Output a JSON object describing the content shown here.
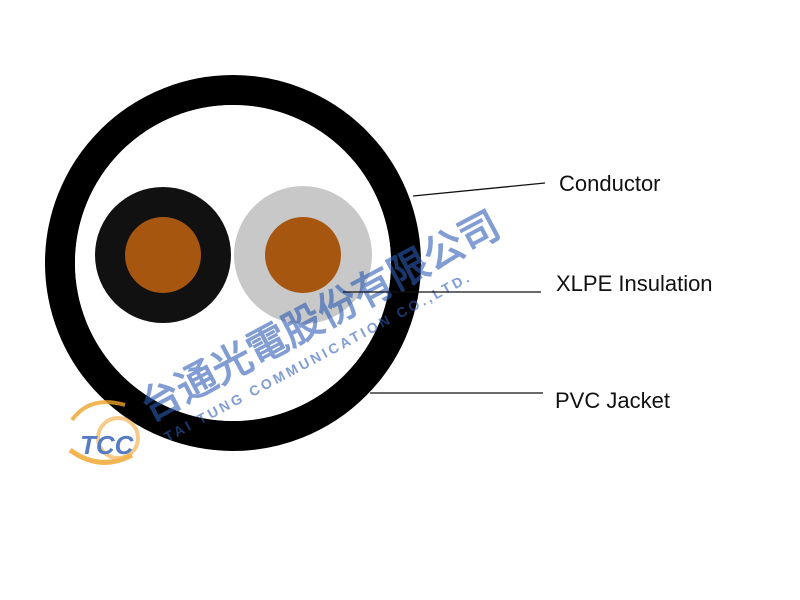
{
  "diagram": {
    "labels": {
      "conductor": "Conductor",
      "insulation": "XLPE Insulation",
      "jacket": "PVC Jacket"
    },
    "watermark": {
      "logo_text": "TCC",
      "company_name": "台通光電股份有限公司",
      "company_name_en": "TAI TUNG COMMUNICATION CO.,LTD."
    },
    "colors": {
      "jacket": "#000000",
      "filler": "#ffffff",
      "core1_insulation": "#111111",
      "core2_insulation": "#c8c8c8",
      "conductor": "#a6560f",
      "leader": "#111111",
      "watermark": "#2c5cb6",
      "watermark_accent": "#f0a32a"
    }
  }
}
